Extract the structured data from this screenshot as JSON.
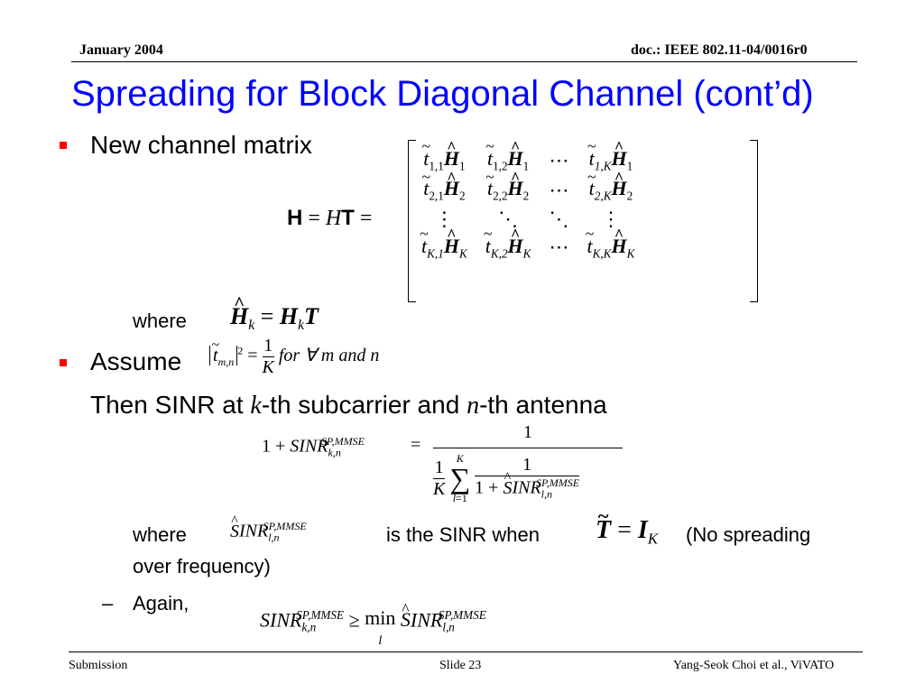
{
  "header": {
    "date": "January 2004",
    "doc": "doc.: IEEE 802.11-04/0016r0"
  },
  "title": "Spreading for Block Diagonal Channel (cont’d)",
  "bullets": {
    "b1": "New channel matrix",
    "where1": "where",
    "b2": "Assume",
    "sinr_line_pre": "Then SINR at ",
    "sinr_k": "k",
    "sinr_line_mid": "-th subcarrier and ",
    "sinr_n": "n",
    "sinr_line_post": "-th antenna",
    "where2": "where",
    "is_sinr": "is the SINR when",
    "no_spread": "(No spreading",
    "over_freq": "over frequency)",
    "dash": "–",
    "again": "Again,"
  },
  "footer": {
    "left": "Submission",
    "center": "Slide 23",
    "right": "Yang-Seok Choi et al., ViVATO"
  },
  "colors": {
    "title": "#0000ff",
    "bullet": "#ff0000"
  }
}
